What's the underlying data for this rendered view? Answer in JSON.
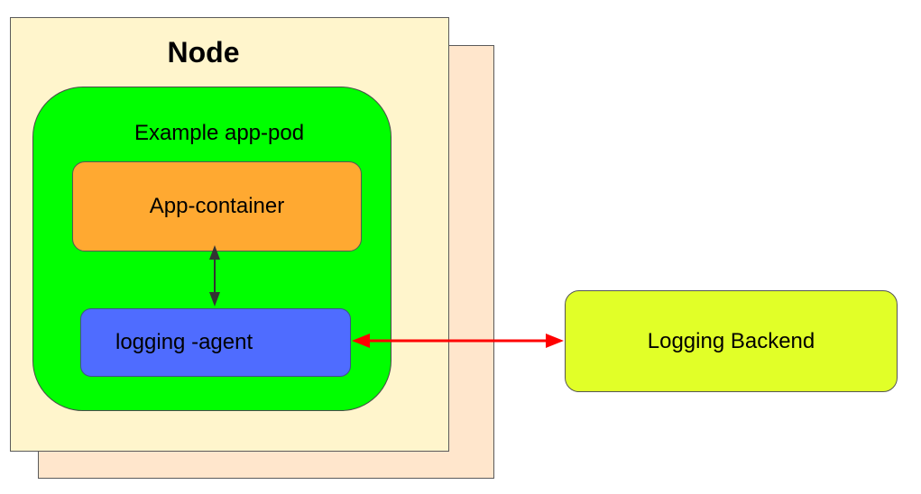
{
  "node": {
    "title": "Node"
  },
  "pod": {
    "title": "Example app-pod"
  },
  "app_container": {
    "label": "App-container"
  },
  "logging_agent": {
    "label": "logging -agent"
  },
  "logging_backend": {
    "label": "Logging Backend"
  },
  "colors": {
    "node_fill": "#fff5cc",
    "node_shadow_fill": "#ffe6cc",
    "pod_fill": "#00ff00",
    "app_container_fill": "#ffa931",
    "logging_agent_fill": "#4f6cff",
    "logging_backend_fill": "#e1ff28",
    "inner_arrow": "#333333",
    "outer_arrow": "#ff0000"
  }
}
